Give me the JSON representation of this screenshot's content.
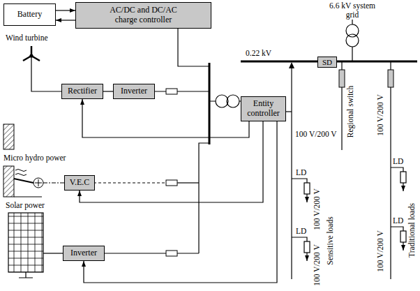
{
  "diagram": {
    "nodes": [
      {
        "text": [
          "Battery"
        ]
      },
      {
        "text": [
          "AC/DC and DC/AC charge controller"
        ]
      },
      {
        "text": [
          "Rectifier"
        ]
      },
      {
        "text": [
          "Inverter"
        ]
      },
      {
        "text": [
          "Entity controller"
        ]
      },
      {
        "text": [
          "V.E.C"
        ]
      },
      {
        "text": [
          "Inverter"
        ]
      },
      {
        "text": [
          "SD"
        ]
      }
    ],
    "edges": [
      {
        "from": 0,
        "to": 1,
        "arrow": "to"
      },
      {
        "from": 1,
        "to": 0,
        "arrow": "to"
      },
      {
        "from": 2,
        "to": 3,
        "arrow": "none"
      },
      {
        "from": 4,
        "to": 2,
        "arrow": "to"
      },
      {
        "from": 4,
        "to": 5,
        "arrow": "to"
      },
      {
        "from": 4,
        "to": 6,
        "arrow": "to"
      }
    ],
    "labels": [
      "6.6 kV system grid",
      "0.22 kV",
      "Wind turbine",
      "Micro hydro power",
      "Solar power",
      "100 V/200 V",
      "LD",
      "100 V/200 V",
      "LD",
      "100 V/200 V",
      "Sensitive loads",
      "Regional switch",
      "100 V/200 V",
      "LD",
      "LD",
      "100 V/200 V",
      "Traditional loads"
    ]
  }
}
